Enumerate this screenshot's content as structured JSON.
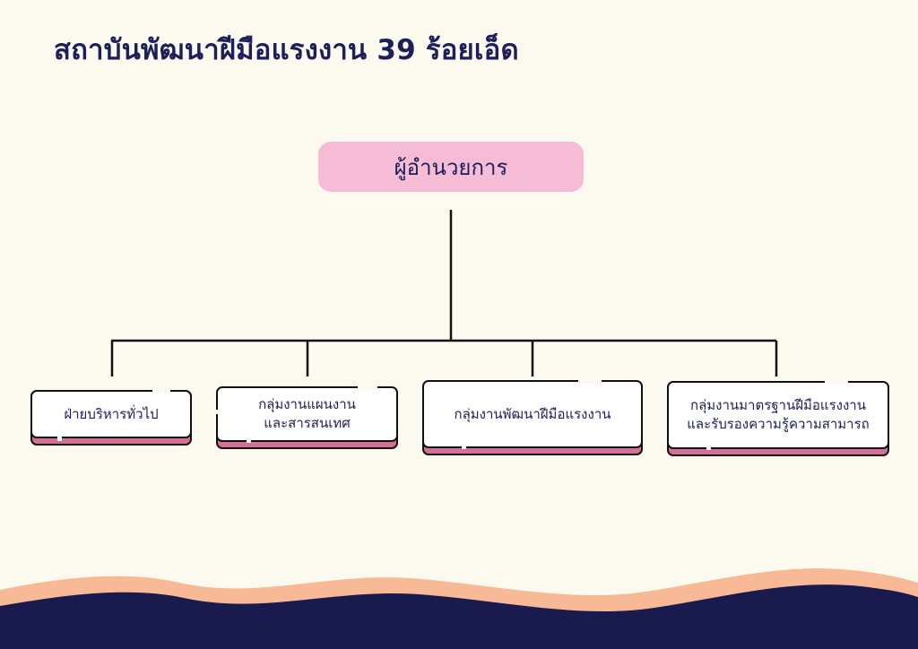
{
  "title": "สถาบันพัฒนาฝีมือแรงงาน 39 ร้อยเอ็ด",
  "top": {
    "label": "ผู้อำนวยการ"
  },
  "units": [
    {
      "line1": "ฝ่ายบริหารทั่วไป",
      "line2": ""
    },
    {
      "line1": "กลุ่มงานแผนงาน",
      "line2": "และสารสนเทศ"
    },
    {
      "line1": "กลุ่มงานพัฒนาฝีมือแรงงาน",
      "line2": ""
    },
    {
      "line1": "กลุ่มงานมาตรฐานฝีมือแรงงาน",
      "line2": "และรับรองความรู้ความสามารถ"
    }
  ],
  "colors": {
    "background": "#fcf9ef",
    "title_text": "#1c1f5a",
    "top_box": "#f6bcd6",
    "unit_shadow": "#d46f96",
    "wave_peach": "#f7b996",
    "wave_navy": "#191b4e"
  }
}
